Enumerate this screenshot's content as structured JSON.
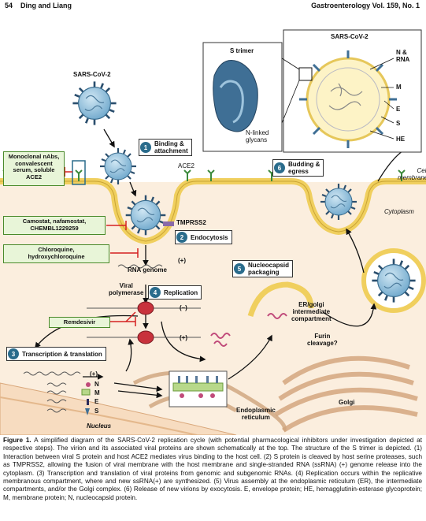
{
  "header": {
    "page_number": "54",
    "authors": "Ding and Liang",
    "journal": "Gastroenterology Vol. 159, No. 1"
  },
  "labels": {
    "virus_name": "SARS-CoV-2",
    "s_trimer": "S trimer",
    "n_linked_glycans": "N-linked\nglycans",
    "inset_title": "SARS-CoV-2",
    "n_rna": "N &\nRNA",
    "m": "M",
    "e": "E",
    "s": "S",
    "he": "HE",
    "ace2": "ACE2",
    "cell_membrane": "Cell\nmembrane",
    "cytoplasm": "Cytoplasm",
    "tmprss2": "TMPRSS2",
    "rna_genome": "RNA genome",
    "plus1": "(+)",
    "viral_polymerase": "Viral\npolymerase",
    "minus": "(–)",
    "plus2": "(+)",
    "plus3": "(+)",
    "n_protein": "N",
    "m_protein": "M",
    "e_protein": "E",
    "s_protein": "S",
    "er_golgi": "ER/golgi\nintermediate\ncompartment",
    "furin": "Furin\ncleavage?",
    "endoplasmic_reticulum": "Endoplasmic\nreticulum",
    "golgi": "Golgi",
    "nucleus": "Nucleus"
  },
  "inhibitors": {
    "antibodies": "Monoclonal nAbs,\nconvalescent\nserum, soluble\nACE2",
    "camostat": "Camostat, nafamostat,\nCHEMBL1229259",
    "chloroquine": "Chloroquine,\nhydroxychloroquine",
    "remdesivir": "Remdesivir"
  },
  "steps": [
    {
      "num": "1",
      "label": "Binding &\nattachment"
    },
    {
      "num": "2",
      "label": "Endocytosis"
    },
    {
      "num": "3",
      "label": "Transcription & translation"
    },
    {
      "num": "4",
      "label": "Replication"
    },
    {
      "num": "5",
      "label": "Nucleocapsid\npackaging"
    },
    {
      "num": "6",
      "label": "Budding &\negress"
    }
  ],
  "caption": {
    "title": "Figure 1.",
    "text": "A simplified diagram of the SARS-CoV-2 replication cycle (with potential pharmacological inhibitors under investigation depicted at respective steps). The virion and its associated viral proteins are shown schematically at the top. The structure of the S trimer is depicted. (1) Interaction between viral S protein and host ACE2 mediates virus binding to the host cell. (2) S protein is cleaved by host serine proteases, such as TMPRSS2, allowing the fusion of viral membrane with the host membrane and single-stranded RNA (ssRNA) (+) genome release into the cytoplasm. (3) Transcription and translation of viral proteins from genomic and subgenomic RNAs. (4) Replication occurs within the replicative membranous compartment, where and new ssRNA(+) are synthesized. (5) Virus assembly at the endoplasmic reticulum (ER), the intermediate compartments, and/or the Golgi complex. (6) Release of new virions by exocytosis. E, envelope protein; HE, hemagglutinin-esterase glycoprotein; M, membrane protein; N, nucleocapsid protein."
  },
  "colors": {
    "virus": "#7fb6d6",
    "membrane": "#f2d67a",
    "cytoplasm": "#fbeedd",
    "spike": "#3f6f95",
    "inhibit": "#d42020",
    "step_circle": "#2a6c8c"
  }
}
